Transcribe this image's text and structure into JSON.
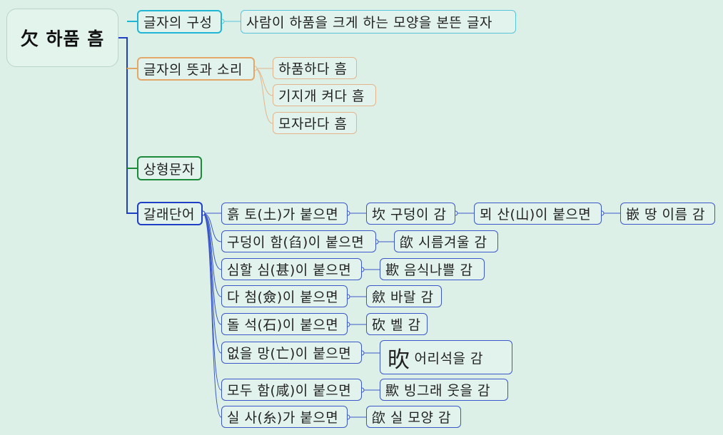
{
  "root": "欠 하품 흠",
  "composition": {
    "label": "글자의 구성",
    "desc": "사람이 하품을 크게 하는 모양을 본뜬 글자"
  },
  "meaning": {
    "label": "글자의 뜻과 소리",
    "items": [
      "하품하다 흠",
      "기지개 켜다 흠",
      "모자라다 흠"
    ]
  },
  "type": {
    "label": "상형문자"
  },
  "derived": {
    "label": "갈래단어",
    "rows": [
      {
        "cond": "흙 토(土)가 붙으면",
        "result": "坎 구덩이 감",
        "sub_cond": "뫼 산(山)이 붙으면",
        "sub_result": "嵌 땅 이름 감"
      },
      {
        "cond": "구덩이 함(臽)이 붙으면",
        "result": "欿 시름겨울 감"
      },
      {
        "cond": "심할 심(甚)이 붙으면",
        "result": "歁 음식나쁠 감"
      },
      {
        "cond": "다 첨(僉)이 붙으면",
        "result": "歛 바랄 감"
      },
      {
        "cond": "돌 석(石)이 붙으면",
        "result": "砍 벨 감"
      },
      {
        "cond": "없을 망(亡)이 붙으면",
        "result_hanja": "欥",
        "result_text": "어리석을 감"
      },
      {
        "cond": "모두 함(咸)이 붙으면",
        "result": "歞 빙그래 웃을 감"
      },
      {
        "cond": "실 사(糸)가 붙으면",
        "result": "欿 실 모양 감"
      }
    ]
  },
  "colors": {
    "background": "#dcf0e8",
    "cyan": "#1fb6d6",
    "orange": "#e3a769",
    "green": "#1c8a38",
    "blue": "#1f3fc4"
  }
}
